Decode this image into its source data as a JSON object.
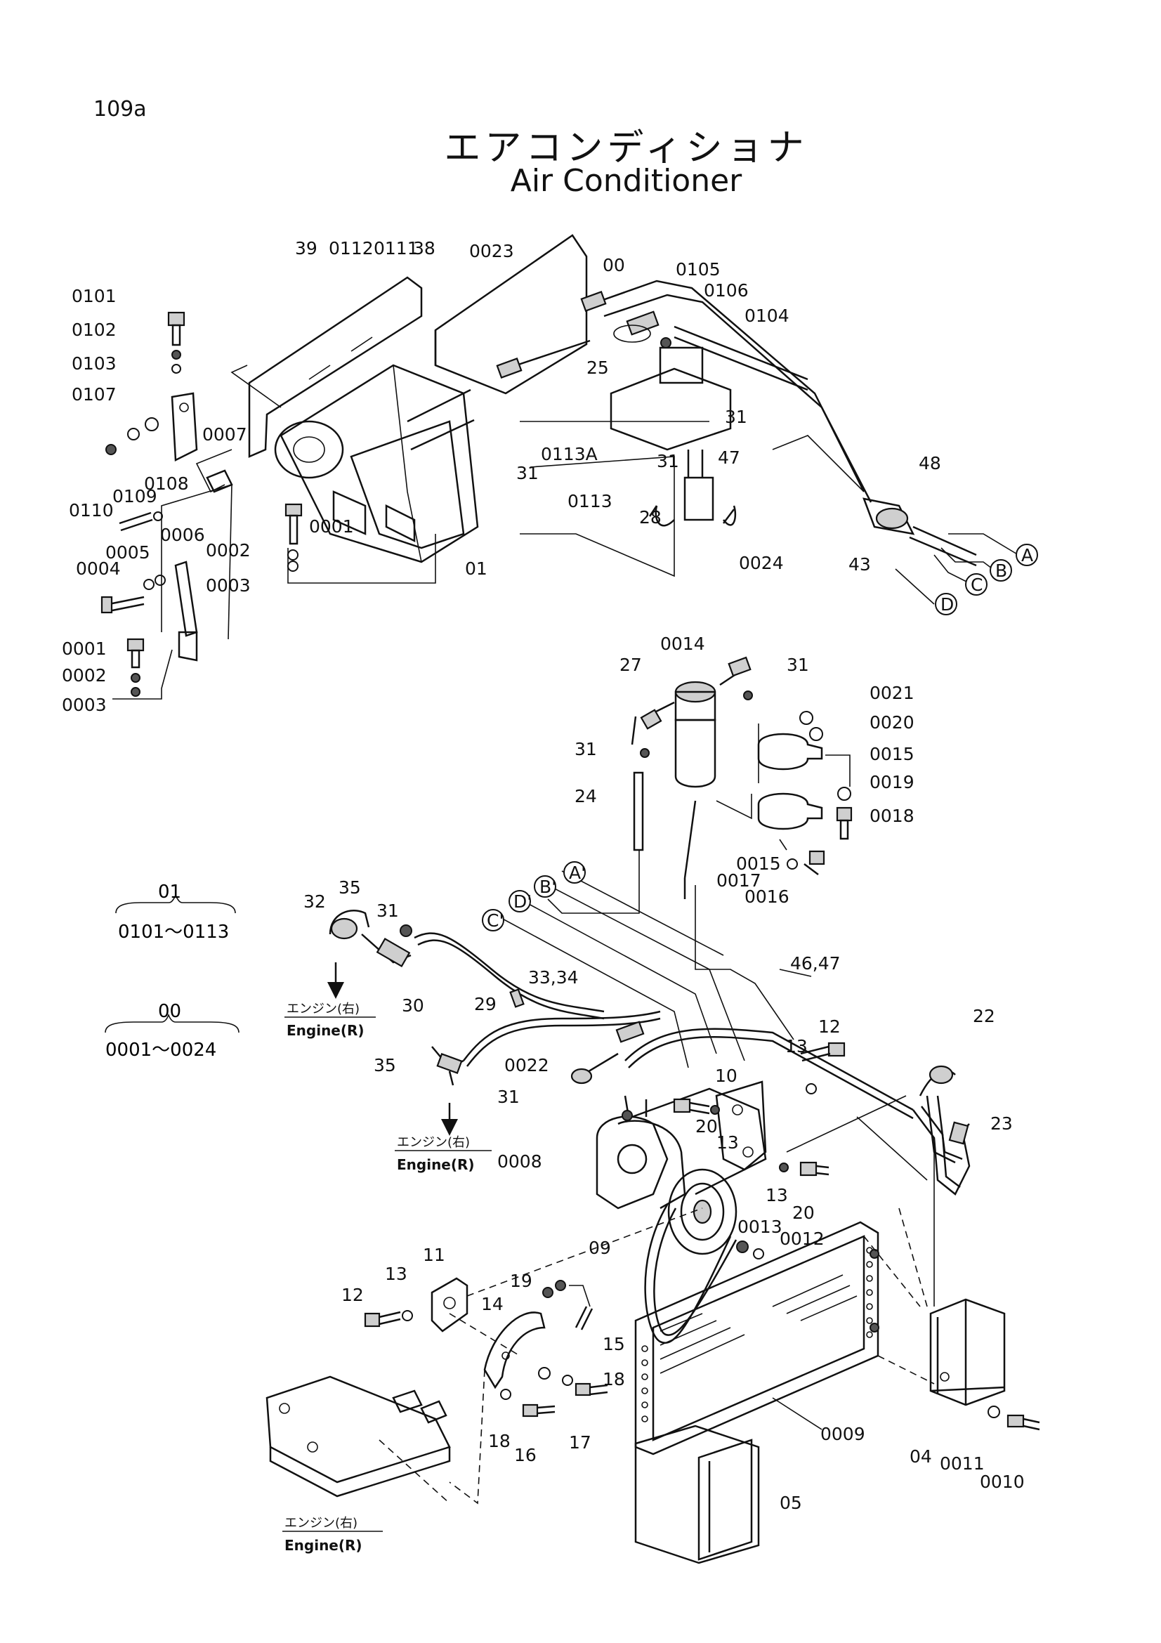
{
  "header": {
    "page_number": "109a",
    "title_jp": "エアコンディショナ",
    "title_en": "Air Conditioner"
  },
  "labels": {
    "p39": "39",
    "p0112": "0112",
    "p0111": "0111",
    "p38": "38",
    "p0023": "0023",
    "p00": "00",
    "p0105": "0105",
    "p0106": "0106",
    "p0104": "0104",
    "p0101": "0101",
    "p0102": "0102",
    "p0103": "0103",
    "p0107": "0107",
    "p0007": "0007",
    "p25": "25",
    "p31a": "31",
    "p31b": "31",
    "p31c": "31",
    "p0113A": "0113A",
    "p47a": "47",
    "p48": "48",
    "p0110": "0110",
    "p0109": "0109",
    "p0108": "0108",
    "p0113": "0113",
    "p0001a": "0001",
    "p0006": "0006",
    "p0005": "0005",
    "p0004": "0004",
    "p0002a": "0002",
    "p0003a": "0003",
    "p01": "01",
    "p28": "28",
    "p0024": "0024",
    "p43": "43",
    "cA": "A",
    "cB": "B",
    "cC": "C",
    "cD": "D",
    "p0001b": "0001",
    "p0002b": "0002",
    "p0003b": "0003",
    "p0014": "0014",
    "p27": "27",
    "p31d": "31",
    "p0021": "0021",
    "p0020": "0020",
    "p31e": "31",
    "p0015a": "0015",
    "p0019": "0019",
    "p24": "24",
    "p0018": "0018",
    "p0015b": "0015",
    "p0017": "0017",
    "p0016": "0016",
    "cA2": "A'",
    "cB2": "B'",
    "cD2": "D'",
    "cC2": "C'",
    "p32": "32",
    "p35a": "35",
    "p31f": "31",
    "p33_34": "33,34",
    "p46_47": "46,47",
    "p30": "30",
    "p29": "29",
    "p12a": "12",
    "p22": "22",
    "p13a": "13",
    "p35b": "35",
    "p0022": "0022",
    "p10": "10",
    "p31g": "31",
    "p23": "23",
    "p20a": "20",
    "p13b": "13",
    "p0008": "0008",
    "p13c": "13",
    "p20b": "20",
    "p0013": "0013",
    "p0012": "0012",
    "p09": "09",
    "p11": "11",
    "p19": "19",
    "p13d": "13",
    "p14": "14",
    "p12b": "12",
    "p15": "15",
    "p18a": "18",
    "p18b": "18",
    "p16": "16",
    "p17": "17",
    "p0009": "0009",
    "p04": "04",
    "p0011": "0011",
    "p0010": "0010",
    "p05": "05"
  },
  "groups": {
    "g01_top": "01",
    "g01_range": "0101～0113",
    "g00_top": "00",
    "g00_range": "0001～0024"
  },
  "engine_notes": {
    "jp": "エンジン(右)",
    "en": "Engine(R)"
  }
}
